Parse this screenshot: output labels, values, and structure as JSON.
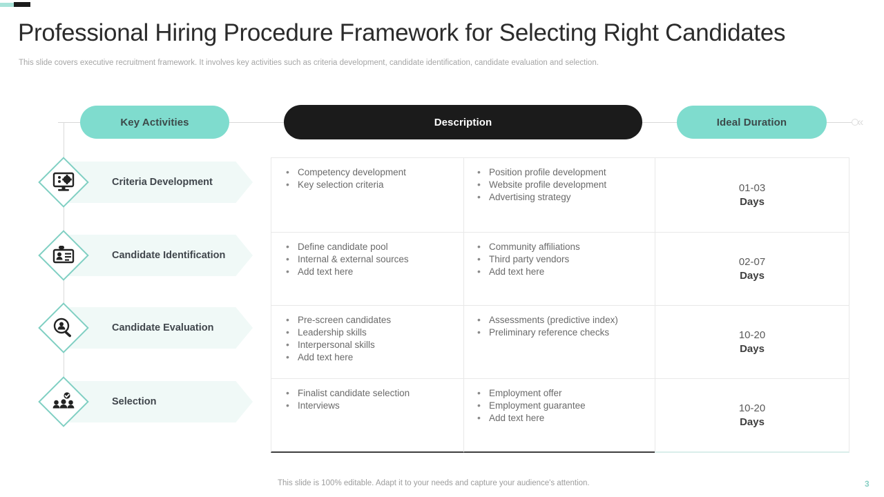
{
  "header": {
    "title": "Professional Hiring Procedure Framework for Selecting Right Candidates",
    "subtitle": "This slide covers executive recruitment framework. It involves key activities such as criteria development, candidate identification, candidate evaluation and selection."
  },
  "columns": {
    "key_activities": "Key Activities",
    "description": "Description",
    "ideal_duration": "Ideal Duration"
  },
  "colors": {
    "accent_teal": "#7fdcce",
    "diamond_stroke": "#7fcfc2",
    "banner_fill": "#f0f9f7",
    "header_dark": "#1b1b1b",
    "page_number": "#88cfc4"
  },
  "activities": [
    {
      "label": "Criteria Development",
      "icon": "monitor-gear-icon"
    },
    {
      "label": "Candidate Identification",
      "icon": "id-badge-icon"
    },
    {
      "label": "Candidate Evaluation",
      "icon": "magnifier-person-icon"
    },
    {
      "label": "Selection",
      "icon": "people-check-icon"
    }
  ],
  "rows": [
    {
      "col1": [
        "Competency development",
        "Key selection criteria"
      ],
      "col2": [
        "Position profile development",
        "Website profile development",
        "Advertising strategy"
      ],
      "duration_value": "01-03",
      "duration_unit": "Days"
    },
    {
      "col1": [
        "Define candidate pool",
        "Internal & external sources",
        "Add text here"
      ],
      "col2": [
        "Community affiliations",
        "Third party vendors",
        "Add text here"
      ],
      "duration_value": "02-07",
      "duration_unit": "Days"
    },
    {
      "col1": [
        "Pre-screen candidates",
        "Leadership skills",
        "Interpersonal skills",
        "Add text here"
      ],
      "col2": [
        "Assessments (predictive index)",
        "Preliminary reference checks"
      ],
      "duration_value": "10-20",
      "duration_unit": "Days"
    },
    {
      "col1": [
        "Finalist candidate selection",
        "Interviews"
      ],
      "col2": [
        "Employment offer",
        "Employment guarantee",
        "Add text here"
      ],
      "duration_value": "10-20",
      "duration_unit": "Days"
    }
  ],
  "footer": {
    "note": "This slide is 100% editable. Adapt it to your needs and capture your audience's attention.",
    "page_number": "3"
  }
}
